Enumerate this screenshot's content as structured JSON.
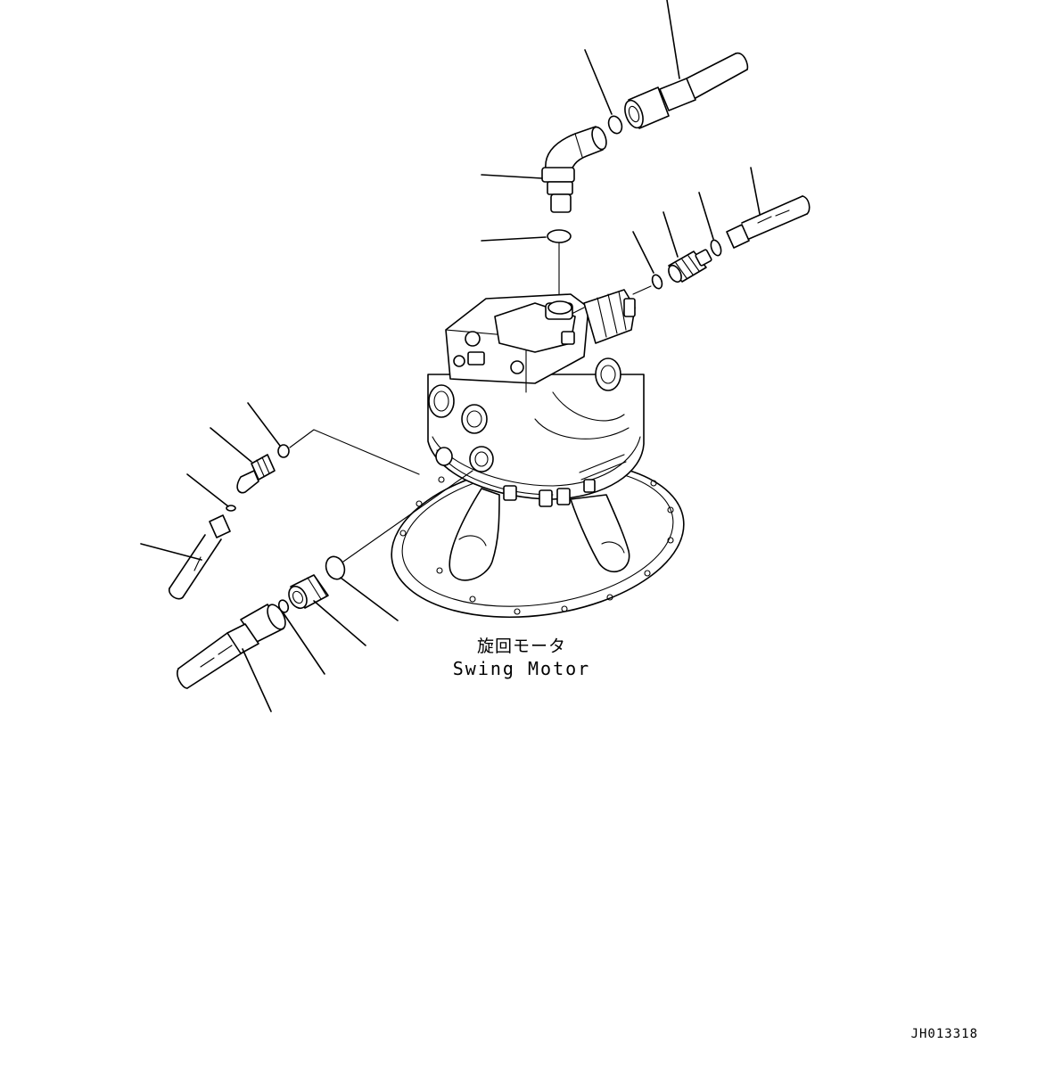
{
  "diagram": {
    "caption_japanese": "旋回モータ",
    "caption_english": "Swing Motor",
    "drawing_code": "JH013318"
  }
}
